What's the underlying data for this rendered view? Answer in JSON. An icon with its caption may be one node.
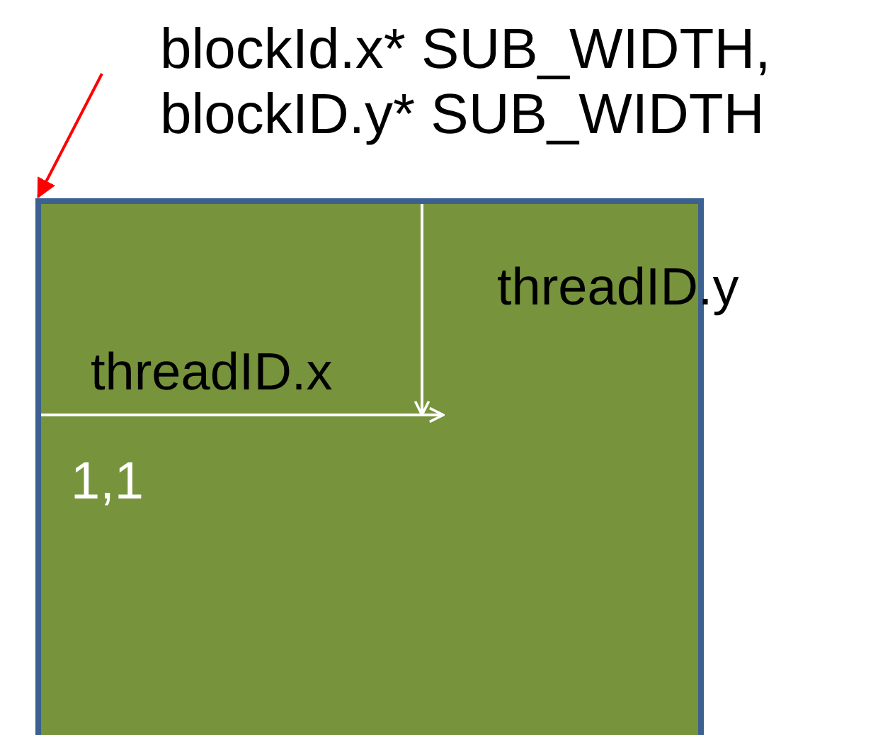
{
  "diagram": {
    "nodes": [
      {
        "text": [
          "blockId.x* SUB_WIDTH, blockID.y* SUB_WIDTH"
        ]
      },
      {
        "text": [
          "threadID.y",
          "threadID.x",
          "1,1"
        ]
      }
    ],
    "edges": [
      {
        "from": 0,
        "to": 1,
        "arrow": "to",
        "color": "#ff0000"
      }
    ]
  }
}
